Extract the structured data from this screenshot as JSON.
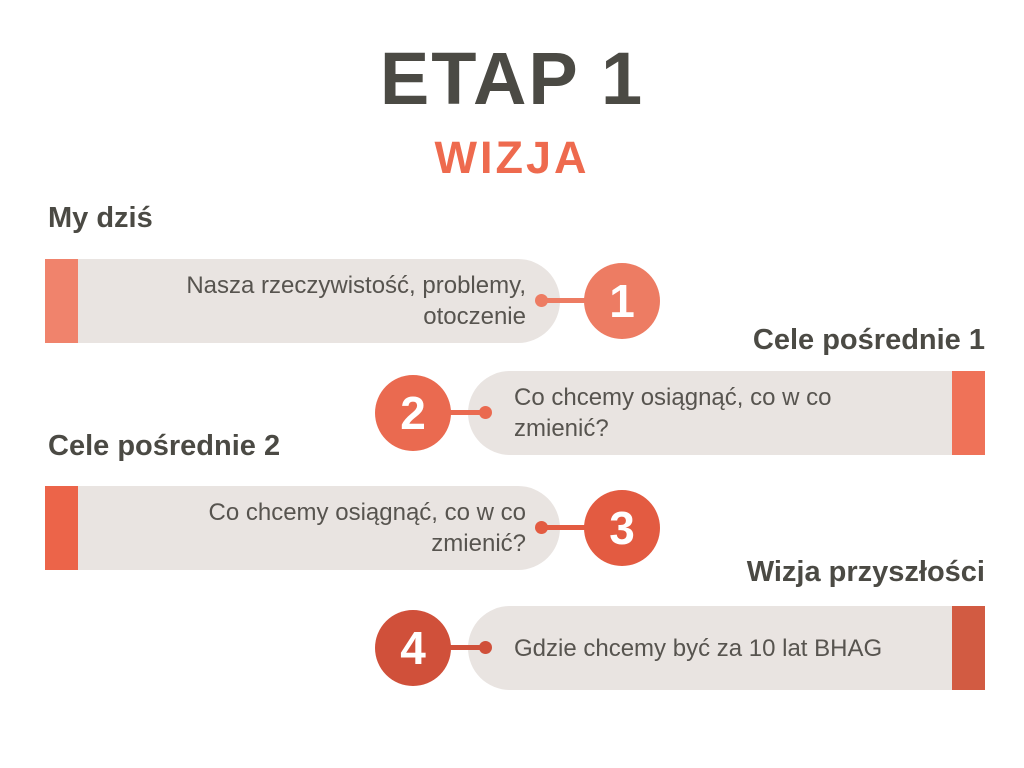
{
  "title": "ETAP 1",
  "subtitle": "WIZJA",
  "colors": {
    "title_text": "#4b4a44",
    "subtitle_text": "#ee6a4e",
    "heading_text": "#4b4a44",
    "pill_background": "#e9e4e1",
    "pill_text": "#57544f",
    "number_text": "#ffffff"
  },
  "steps": [
    {
      "number": "1",
      "heading": "My dziś",
      "text": "Nasza rzeczywistość, problemy, otoczenie",
      "side": "left",
      "color": "#ed7c63",
      "bar_color": "#f0836c"
    },
    {
      "number": "2",
      "heading": "Cele pośrednie 1",
      "text": "Co chcemy osiągnąć, co w co zmienić?",
      "side": "right",
      "color": "#ea6a50",
      "bar_color": "#ef7258"
    },
    {
      "number": "3",
      "heading": "Cele pośrednie 2",
      "text": "Co chcemy osiągnąć, co w co zmienić?",
      "side": "left",
      "color": "#e35b41",
      "bar_color": "#ec6449"
    },
    {
      "number": "4",
      "heading": "Wizja przyszłości",
      "text": "Gdzie chcemy być za 10 lat BHAG",
      "side": "right",
      "color": "#d0503a",
      "bar_color": "#d25b42"
    }
  ]
}
